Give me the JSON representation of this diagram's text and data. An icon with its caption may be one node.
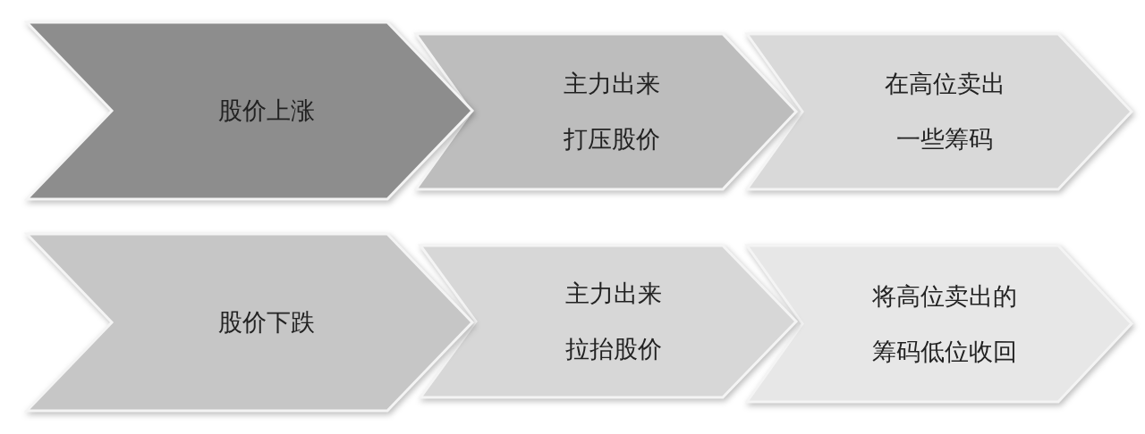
{
  "diagram": {
    "nodes": [
      {
        "text": [
          "股价上涨"
        ]
      },
      {
        "text": [
          "主力出来打压股价"
        ]
      },
      {
        "text": [
          "在高位卖出一些筹码"
        ]
      },
      {
        "text": [
          "股价下跌"
        ]
      },
      {
        "text": [
          "主力出来拉抬股价"
        ]
      },
      {
        "text": [
          "将高位卖出的筹码低位收回"
        ]
      }
    ]
  }
}
